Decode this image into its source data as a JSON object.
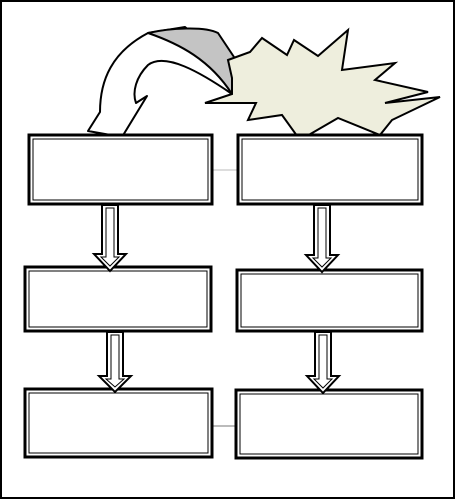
{
  "diagram": {
    "type": "flowchart",
    "columns": 2,
    "rows": 3,
    "boxes": [
      {
        "id": "left-1",
        "text": ""
      },
      {
        "id": "left-2",
        "text": ""
      },
      {
        "id": "left-3",
        "text": ""
      },
      {
        "id": "right-1",
        "text": ""
      },
      {
        "id": "right-2",
        "text": ""
      },
      {
        "id": "right-3",
        "text": ""
      }
    ],
    "connectors": [
      {
        "from": "left-1",
        "to": "left-2",
        "style": "block-arrow"
      },
      {
        "from": "left-2",
        "to": "left-3",
        "style": "block-arrow"
      },
      {
        "from": "right-1",
        "to": "right-2",
        "style": "block-arrow"
      },
      {
        "from": "right-2",
        "to": "right-3",
        "style": "block-arrow"
      },
      {
        "from": "burst",
        "to": "left-1",
        "style": "curved-block-arrow"
      }
    ],
    "burst": {
      "shape": "explosion",
      "fill": "#eeeedd"
    },
    "colors": {
      "outline": "#000000",
      "box_fill": "#ffffff",
      "curved_arrow_fill": "#c0c0c0",
      "burst_fill": "#eeeedd"
    }
  }
}
